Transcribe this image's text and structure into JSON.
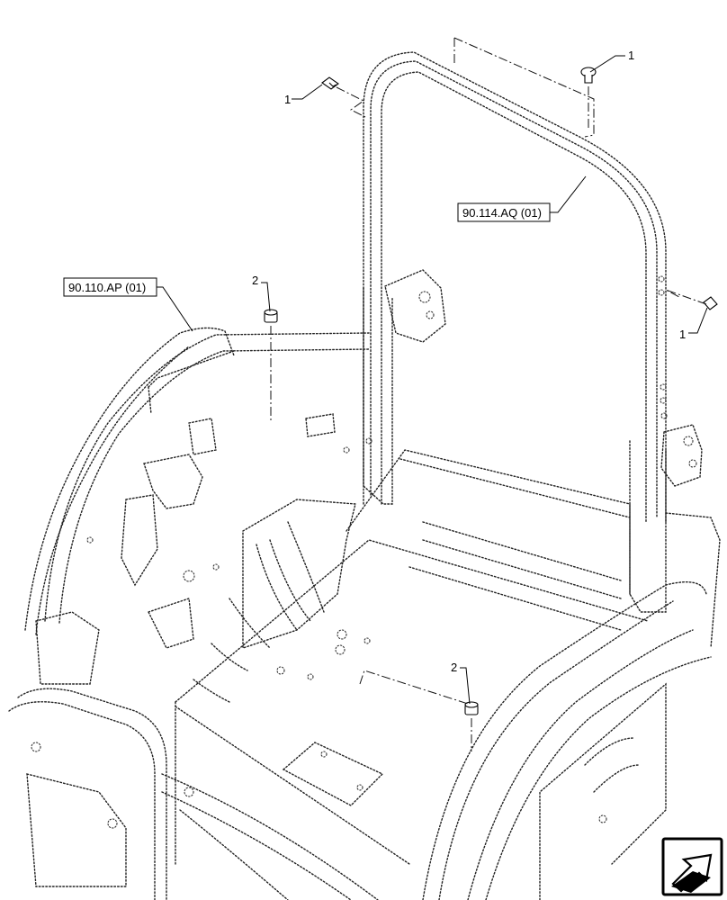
{
  "references": [
    {
      "id": "ref-frame",
      "label": "90.110.AP (01)"
    },
    {
      "id": "ref-rops",
      "label": "90.114.AQ (01)"
    }
  ],
  "callouts": [
    {
      "id": "callout-bolt-left",
      "number": "1"
    },
    {
      "id": "callout-bolt-top-right",
      "number": "1"
    },
    {
      "id": "callout-bolt-right",
      "number": "1"
    },
    {
      "id": "callout-plug-top",
      "number": "2"
    },
    {
      "id": "callout-plug-bottom",
      "number": "2"
    }
  ],
  "icons": {
    "corner": "view-direction-arrow-icon"
  }
}
